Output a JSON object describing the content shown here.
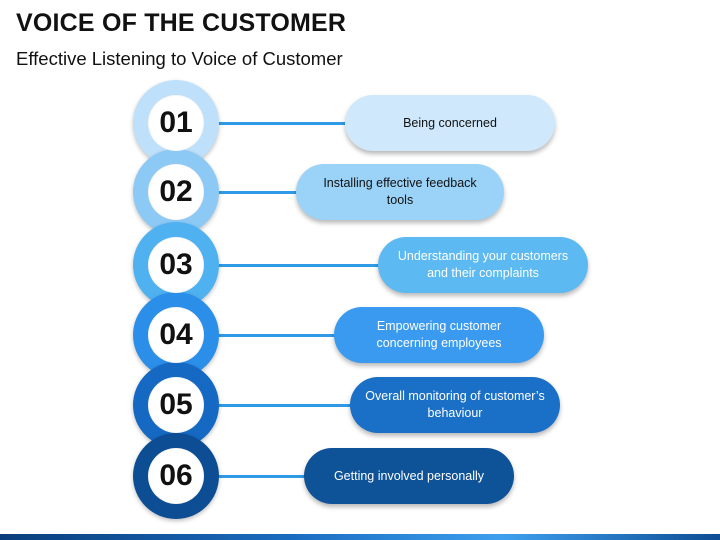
{
  "header": {
    "title": "VOICE OF THE CUSTOMER",
    "subtitle": "Effective Listening to Voice of Customer"
  },
  "steps": [
    {
      "number": "01",
      "label": "Being concerned",
      "ring_color": "#bfe0fa",
      "pill_color": "#cfe8fb",
      "line_color": "#2f9be6",
      "text_color": "#111111"
    },
    {
      "number": "02",
      "label": "Installing effective feedback tools",
      "ring_color": "#8cc9f5",
      "pill_color": "#9bd2f7",
      "line_color": "#2f9be6",
      "text_color": "#111111"
    },
    {
      "number": "03",
      "label": "Understanding your customers and their complaints",
      "ring_color": "#4fb1f0",
      "pill_color": "#5db9f2",
      "line_color": "#2f9be6",
      "text_color": "#ffffff"
    },
    {
      "number": "04",
      "label": "Empowering customer concerning employees",
      "ring_color": "#2b8ee8",
      "pill_color": "#3a9af0",
      "line_color": "#2f9be6",
      "text_color": "#ffffff"
    },
    {
      "number": "05",
      "label": "Overall monitoring of customer’s behaviour",
      "ring_color": "#1669c2",
      "pill_color": "#1a6fc6",
      "line_color": "#2f9be6",
      "text_color": "#ffffff"
    },
    {
      "number": "06",
      "label": "Getting involved personally",
      "ring_color": "#0d4d94",
      "pill_color": "#0e5298",
      "line_color": "#2f9be6",
      "text_color": "#ffffff"
    }
  ]
}
